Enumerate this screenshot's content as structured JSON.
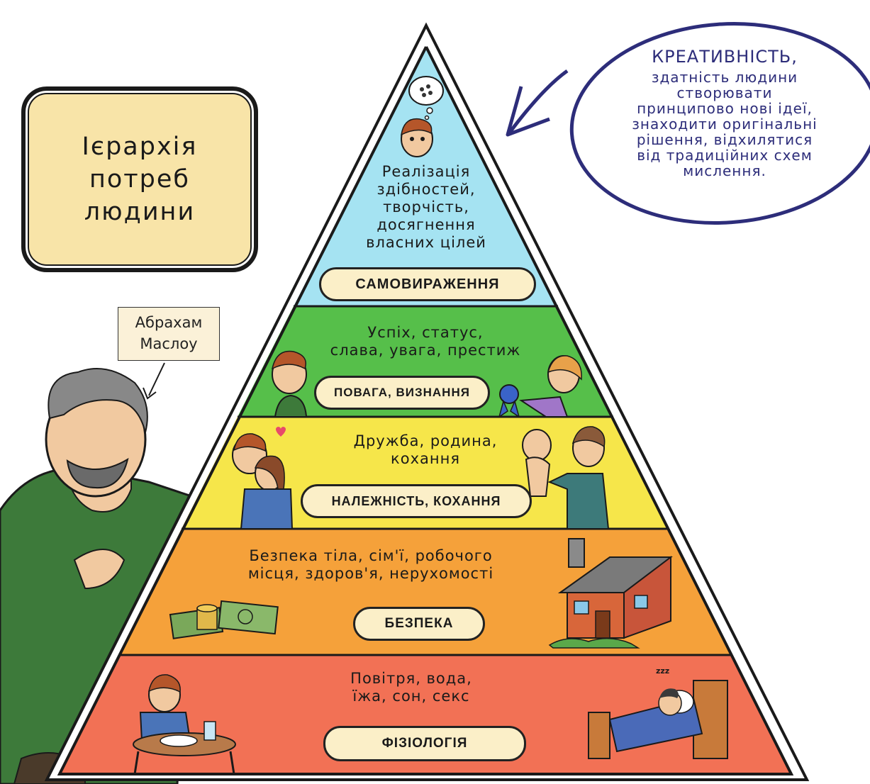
{
  "title": "Ієрархія\nпотреб\nлюдини",
  "author": "Абрахам\nМаслоу",
  "callout": {
    "heading": "КРЕАТИВНІСТЬ,",
    "text": "здатність людини\nстворювати\nпринципово нові ідеї,\nзнаходити оригінальні\nрішення, відхилятися\nвід традиційних схем\nмислення."
  },
  "levels": [
    {
      "name": "САМОВИРАЖЕННЯ",
      "description": "Реалізація\nздібностей,\nтворчість,\nдосягнення\nвласних цілей",
      "color": "#a5e3f2"
    },
    {
      "name": "ПОВАГА, ВИЗНАННЯ",
      "description": "Успіх, статус,\nслава, увага, престиж",
      "color": "#56bf4a"
    },
    {
      "name": "НАЛЕЖНІСТЬ, КОХАННЯ",
      "description": "Дружба, родина,\nкохання",
      "color": "#f6e64a"
    },
    {
      "name": "БЕЗПЕКА",
      "description": "Безпека тіла, сім'ї, робочого\nмісця, здоров'я, нерухомості",
      "color": "#f5a13a"
    },
    {
      "name": "ФІЗІОЛОГІЯ",
      "description": "Повітря, вода,\nїжа, сон, секс",
      "color": "#f27155"
    }
  ],
  "icons": [
    "thought-bubble-icon",
    "boy-portrait-icon",
    "award-ribbon-icon",
    "heart-icon",
    "baby-icon",
    "money-stack-icon",
    "house-icon",
    "meal-table-icon",
    "sleeping-bed-icon",
    "maslow-figure-icon"
  ]
}
